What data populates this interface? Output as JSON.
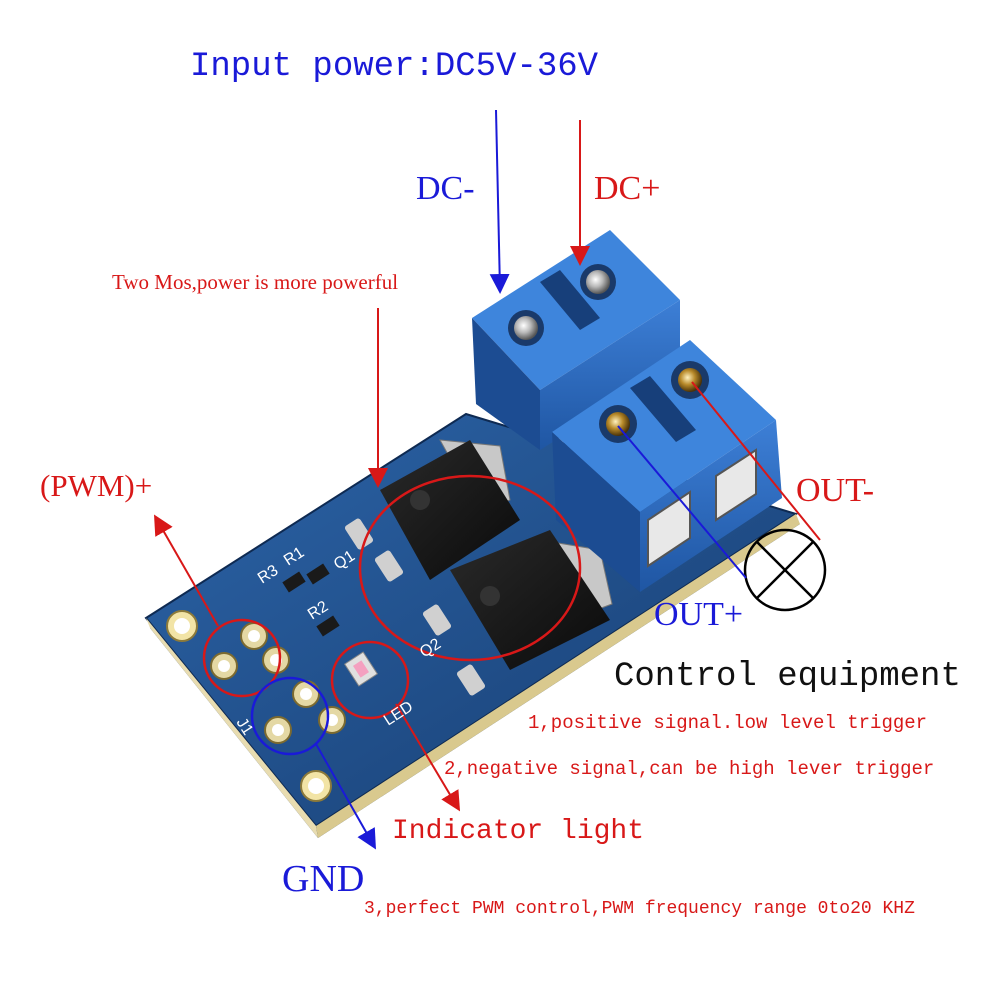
{
  "title": "Input power:DC5V-36V",
  "labels": {
    "dc_minus": "DC-",
    "dc_plus": "DC+",
    "two_mos": "Two Mos,power is more powerful",
    "pwm_plus": "(PWM)+",
    "out_minus": "OUT-",
    "out_plus": "OUT+",
    "control_equipment": "Control equipment",
    "indicator_light": "Indicator light",
    "gnd": "GND"
  },
  "features": [
    "1,positive signal.low level trigger",
    "2,negative signal,can be high lever trigger",
    "3,perfect PWM control,PWM frequency range 0to20 KHZ"
  ],
  "board_silkscreen": {
    "q1": "Q1",
    "q2": "Q2",
    "r1": "R1",
    "r2": "R2",
    "r3": "R3",
    "j1": "J1",
    "led": "LED"
  },
  "colors": {
    "label_blue": "#1a1ad8",
    "label_red": "#d81818",
    "text_black": "#111111",
    "pcb_blue": "#1f4f8e",
    "terminal_blue": "#2b6cc4"
  }
}
